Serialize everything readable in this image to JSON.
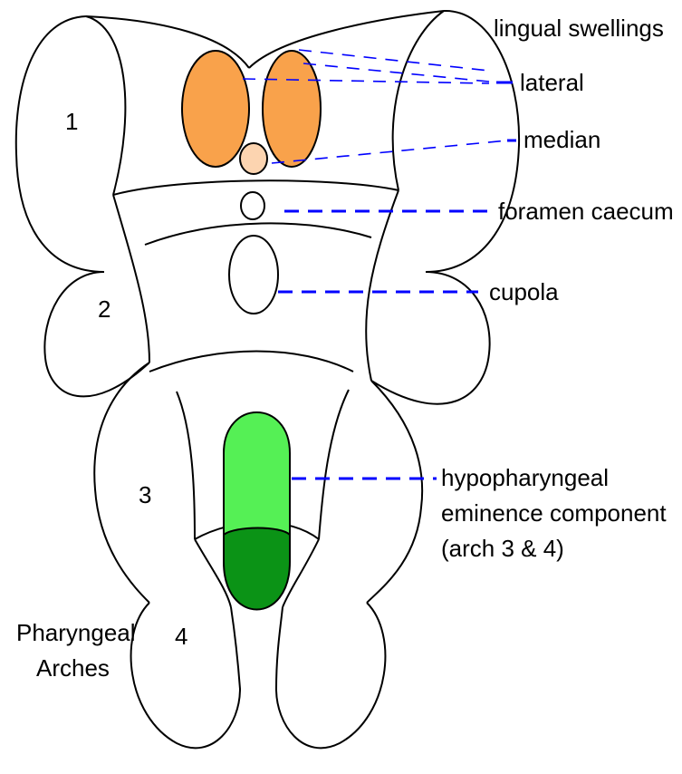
{
  "colors": {
    "lateral_swelling": "#f9a24b",
    "median_swelling": "#fcd4b0",
    "hypopharyngeal_upper": "#55f055",
    "hypopharyngeal_lower": "#0b9316",
    "leader_line": "#0000ff",
    "outline": "#000000"
  },
  "labels": {
    "lingual_swellings": "lingual swellings",
    "lateral": "lateral",
    "median": "median",
    "foramen_caecum": "foramen caecum",
    "cupola": "cupola",
    "hypopharyngeal_line1": "hypopharyngeal",
    "hypopharyngeal_line2": "eminence component",
    "hypopharyngeal_line3": "(arch 3 & 4)",
    "pharyngeal_line1": "Pharyngeal",
    "pharyngeal_line2": "Arches"
  },
  "arches": [
    "1",
    "2",
    "3",
    "4"
  ]
}
